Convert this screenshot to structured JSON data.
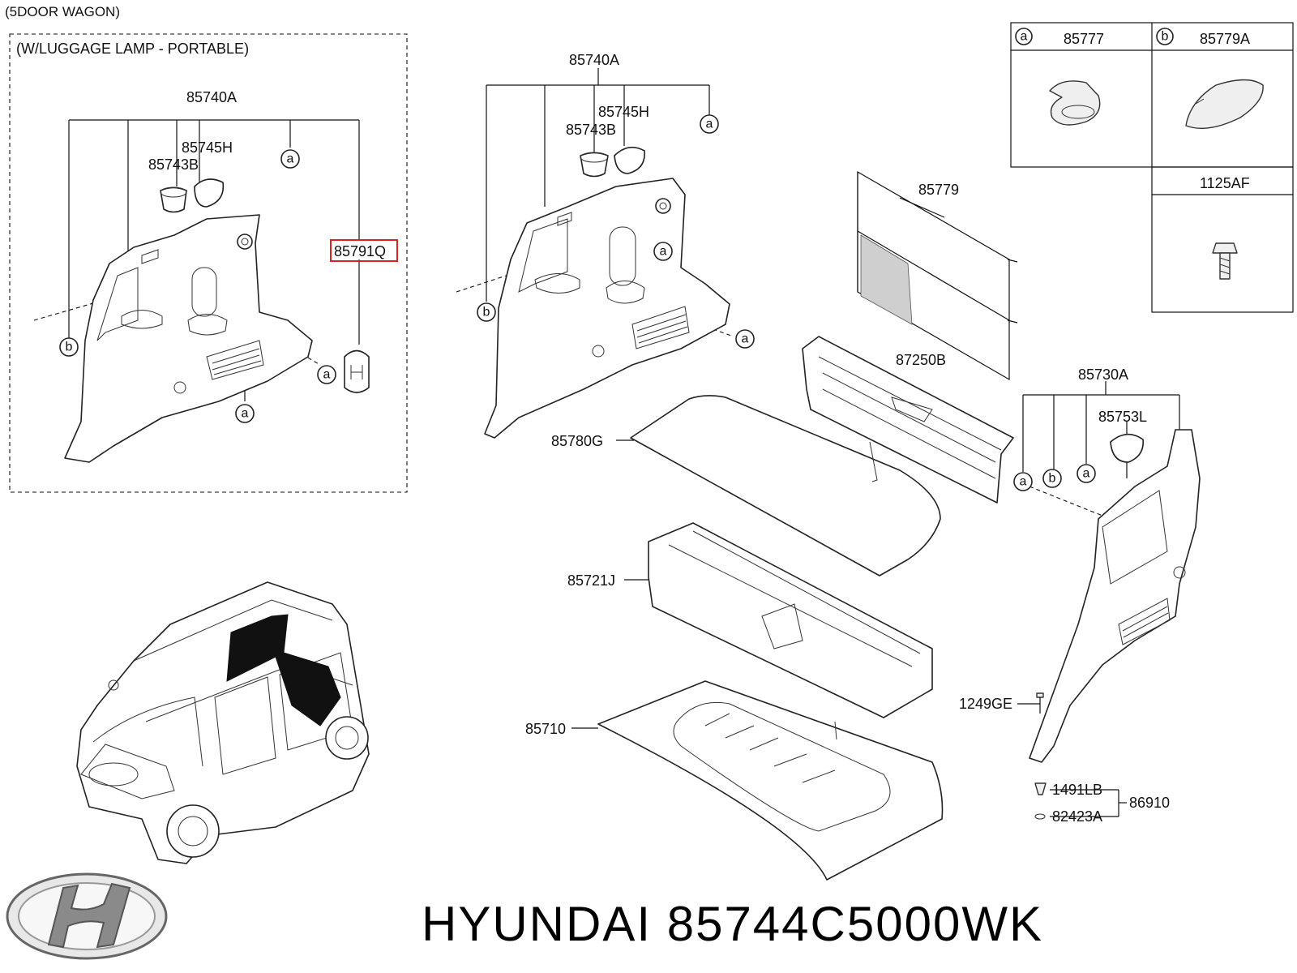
{
  "diagram": {
    "header": "(5DOOR WAGON)",
    "inset_title": "(W/LUGGAGE LAMP - PORTABLE)",
    "legend": {
      "a_part": "85777",
      "b_part": "85779A",
      "c_part": "1125AF",
      "a_marker": "a",
      "b_marker": "b"
    },
    "inset_labels": {
      "top": "85740A",
      "mid1": "85745H",
      "mid2": "85743B",
      "highlighted": "85791Q"
    },
    "center_labels": {
      "top": "85740A",
      "mid1": "85745H",
      "mid2": "85743B"
    },
    "right_labels": {
      "net": "85779",
      "sill": "87250B",
      "board": "85780G",
      "tray": "85721J",
      "floor": "85710",
      "side_trim": "85730A",
      "cap": "85753L",
      "bolt": "1249GE",
      "clip1": "1491LB",
      "clip2": "82423A",
      "clip_group": "86910"
    },
    "markers": {
      "a": "a",
      "b": "b"
    }
  },
  "caption": {
    "brand": "HYUNDAI",
    "part_number": "85744C5000WK",
    "logo_name": "hyundai-logo"
  },
  "colors": {
    "highlight": "#e02020"
  }
}
